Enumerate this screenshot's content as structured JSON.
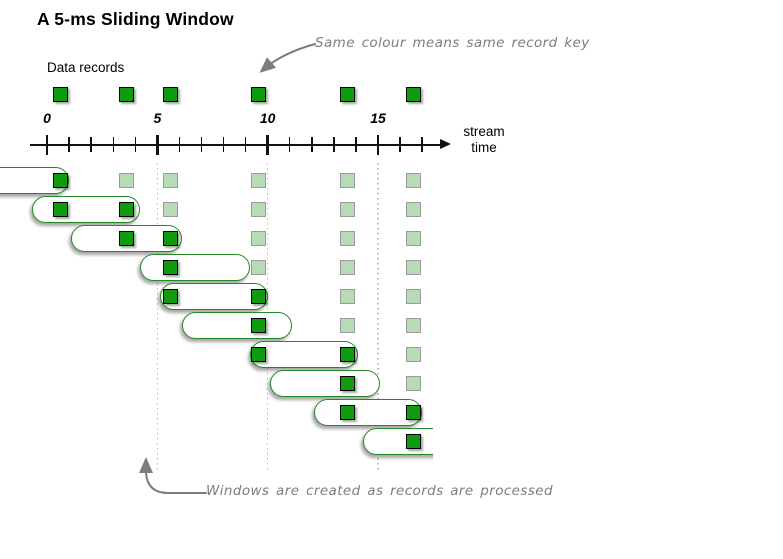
{
  "title": "A 5-ms Sliding Window",
  "labels": {
    "data_records": "Data records",
    "stream_time": [
      "stream",
      "time"
    ]
  },
  "annotations": {
    "same_colour": "Same colour means same record key",
    "windows_created": "Windows are created as records are processed"
  },
  "axis": {
    "unit": "ms",
    "tick_interval_ms": 1,
    "min_ms": 0,
    "max_ms": 17,
    "labeled_ticks": [
      0,
      5,
      10,
      15
    ]
  },
  "diagram_data": {
    "type": "sliding-window-timeline",
    "window_size_ms": 5,
    "record_times_ms": [
      0.6,
      3.6,
      5.6,
      9.6,
      13.6,
      16.6
    ],
    "gridline_times_ms": [
      5,
      10,
      15
    ],
    "windows": [
      {
        "start_ms": -4.4,
        "end_ms": 1.0,
        "records_in_window": [
          0
        ],
        "future_records": [
          1,
          2,
          3,
          4,
          5
        ]
      },
      {
        "start_ms": -0.7,
        "end_ms": 4.2,
        "records_in_window": [
          0,
          1
        ],
        "future_records": [
          2,
          3,
          4,
          5
        ]
      },
      {
        "start_ms": 1.1,
        "end_ms": 6.1,
        "records_in_window": [
          1,
          2
        ],
        "future_records": [
          3,
          4,
          5
        ]
      },
      {
        "start_ms": 4.2,
        "end_ms": 9.2,
        "records_in_window": [
          2
        ],
        "future_records": [
          3,
          4,
          5
        ]
      },
      {
        "start_ms": 5.1,
        "end_ms": 10.0,
        "records_in_window": [
          2,
          3
        ],
        "future_records": [
          4,
          5
        ]
      },
      {
        "start_ms": 6.1,
        "end_ms": 11.1,
        "records_in_window": [
          3
        ],
        "future_records": [
          4,
          5
        ]
      },
      {
        "start_ms": 9.2,
        "end_ms": 14.1,
        "records_in_window": [
          3,
          4
        ],
        "future_records": [
          5
        ]
      },
      {
        "start_ms": 10.1,
        "end_ms": 15.1,
        "records_in_window": [
          4
        ],
        "future_records": [
          5
        ]
      },
      {
        "start_ms": 12.1,
        "end_ms": 17.0,
        "records_in_window": [
          4,
          5
        ],
        "future_records": []
      },
      {
        "start_ms": 14.3,
        "end_ms": 19.3,
        "records_in_window": [
          5
        ],
        "future_records": []
      }
    ]
  },
  "colors": {
    "record_fill": "#0f9a0f",
    "record_border": "#000000",
    "faded_fill": "#b6dbb6",
    "faded_border": "#9b9b9b",
    "window_border": "#238b23",
    "window_fill": "#ffffff",
    "axis": "#111111",
    "gridline": "#b9b9b9",
    "annotation": "#7d7d7d"
  }
}
